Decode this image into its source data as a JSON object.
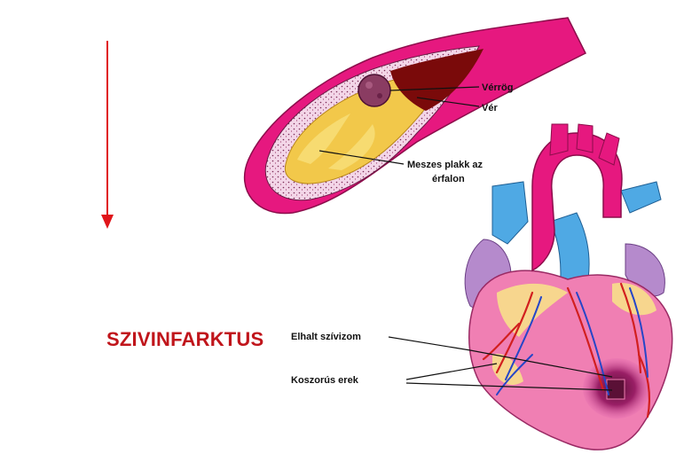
{
  "title": "SZIVINFARKTUS",
  "labels": {
    "clot": "Vérrög",
    "blood": "Vér",
    "plaque_line1": "Meszes plakk az",
    "plaque_line2": "érfalon",
    "dead_muscle": "Elhalt szívizom",
    "coronary": "Koszorús erek"
  },
  "colors": {
    "title": "#c0151b",
    "arrow": "#e0141a",
    "artery_wall": "#e6187f",
    "plaque": "#f2c84a",
    "blood": "#7a0a0a",
    "clot": "#8a3c62",
    "heart_pink": "#f07fb3",
    "aorta_blue": "#4fa9e4",
    "atrium_purple": "#b58acc"
  }
}
